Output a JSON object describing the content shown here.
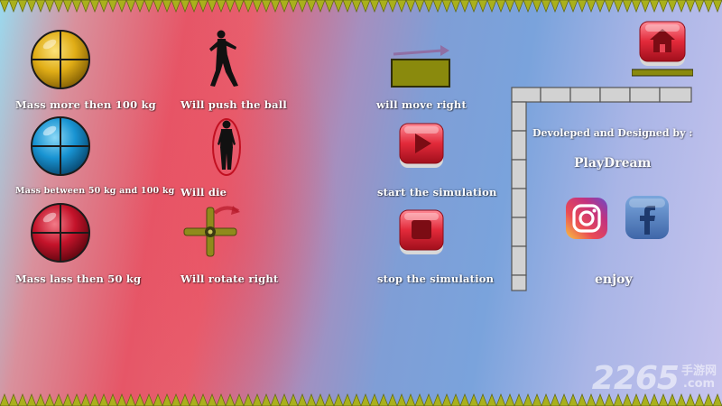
{
  "legend": {
    "balls": [
      {
        "label": "Mass more then 100 kg",
        "color": "#e7b91d",
        "icon": "gold-ball-icon"
      },
      {
        "label": "Mass between 50 kg and 100 kg",
        "color": "#1e98d4",
        "icon": "blue-ball-icon"
      },
      {
        "label": "Mass lass then 50 kg",
        "color": "#c41226",
        "icon": "red-ball-icon"
      }
    ],
    "objects": [
      {
        "label": "Will push the ball",
        "icon": "pushing-man-icon"
      },
      {
        "label": "Will die",
        "icon": "dying-man-icon"
      },
      {
        "label": "Will rotate right",
        "icon": "rotating-cross-icon"
      }
    ],
    "controls": [
      {
        "label": "will move right",
        "icon": "moving-platform-icon"
      },
      {
        "label": "start the simulation",
        "icon": "play-button-icon"
      },
      {
        "label": "stop the simulation",
        "icon": "stop-button-icon"
      }
    ]
  },
  "credits": {
    "developed_by": "Devoleped and Designed by :",
    "studio": "PlayDream",
    "closing": "enjoy"
  },
  "social": [
    "instagram-icon",
    "facebook-icon"
  ],
  "nav": {
    "home_icon": "home-icon"
  },
  "watermark": {
    "main": "2265",
    "sub_top": "手游网",
    "sub_bottom": ".com"
  },
  "colors": {
    "accent_red": "#e8283a",
    "platform": "#8a8a0d",
    "wall": "#d2d2d2"
  }
}
